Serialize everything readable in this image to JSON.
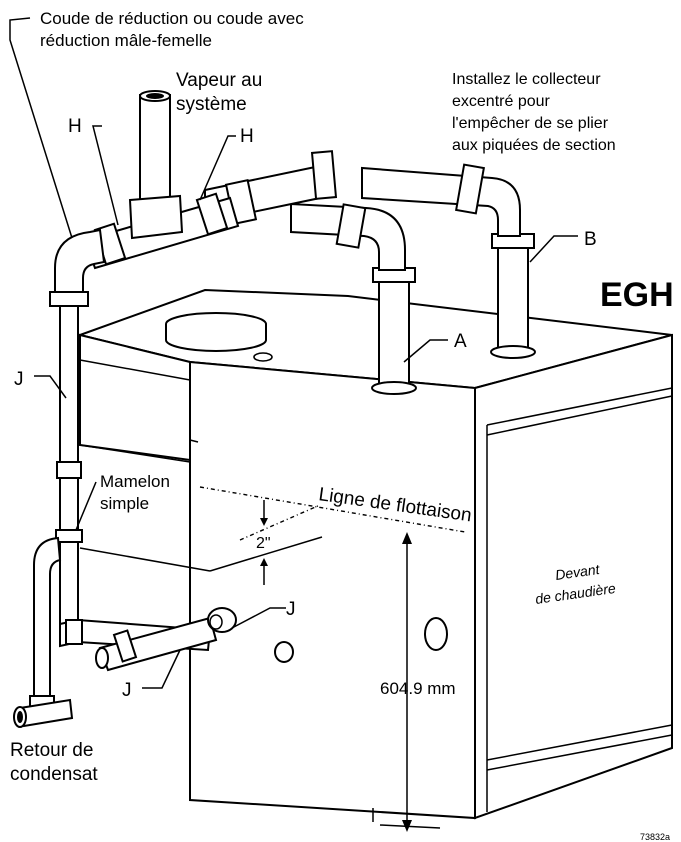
{
  "labels": {
    "elbow": "Coude de réduction ou coude avec",
    "elbow2": "réduction mâle-femelle",
    "steam1": "Vapeur au",
    "steam2": "système",
    "h_left": "H",
    "h_right": "H",
    "install1": "Installez le collecteur",
    "install2": "excentré pour",
    "install3": "l'empêcher de se plier",
    "install4": "aux piquées de section",
    "b": "B",
    "brand": "EGH",
    "a": "A",
    "j_left": "J",
    "nipple1": "Mamelon",
    "nipple2": "simple",
    "waterline": "Ligne de flottaison",
    "dim_2in": "2\"",
    "front1": "Devant",
    "front2": "de chaudière",
    "j_right": "J",
    "j_bottom": "J",
    "dim_mm": "604.9 mm",
    "return1": "Retour de",
    "return2": "condensat",
    "code": "73832a"
  }
}
